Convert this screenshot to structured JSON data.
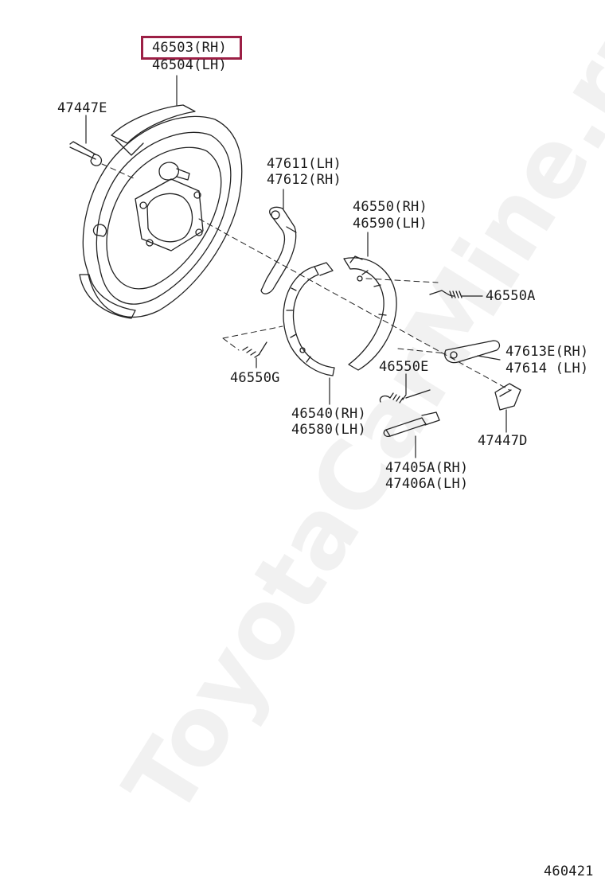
{
  "labels": {
    "p46503": "46503(RH)",
    "p46504": "46504(LH)",
    "p47447E": "47447E",
    "p47611": "47611(LH)",
    "p47612": "47612(RH)",
    "p46550": "46550(RH)",
    "p46590": "46590(LH)",
    "p46550A": "46550A",
    "p47613E": "47613E(RH)",
    "p47614": "47614  (LH)",
    "p46550G": "46550G",
    "p46550E": "46550E",
    "p46540": "46540(RH)",
    "p46580": "46580(LH)",
    "p47447D": "47447D",
    "p47405A": "47405A(RH)",
    "p47406A": "47406A(LH)",
    "diagram_id": "460421"
  },
  "watermark": "ToyotaCarMine.ru",
  "highlight_color": "#9c1f45"
}
